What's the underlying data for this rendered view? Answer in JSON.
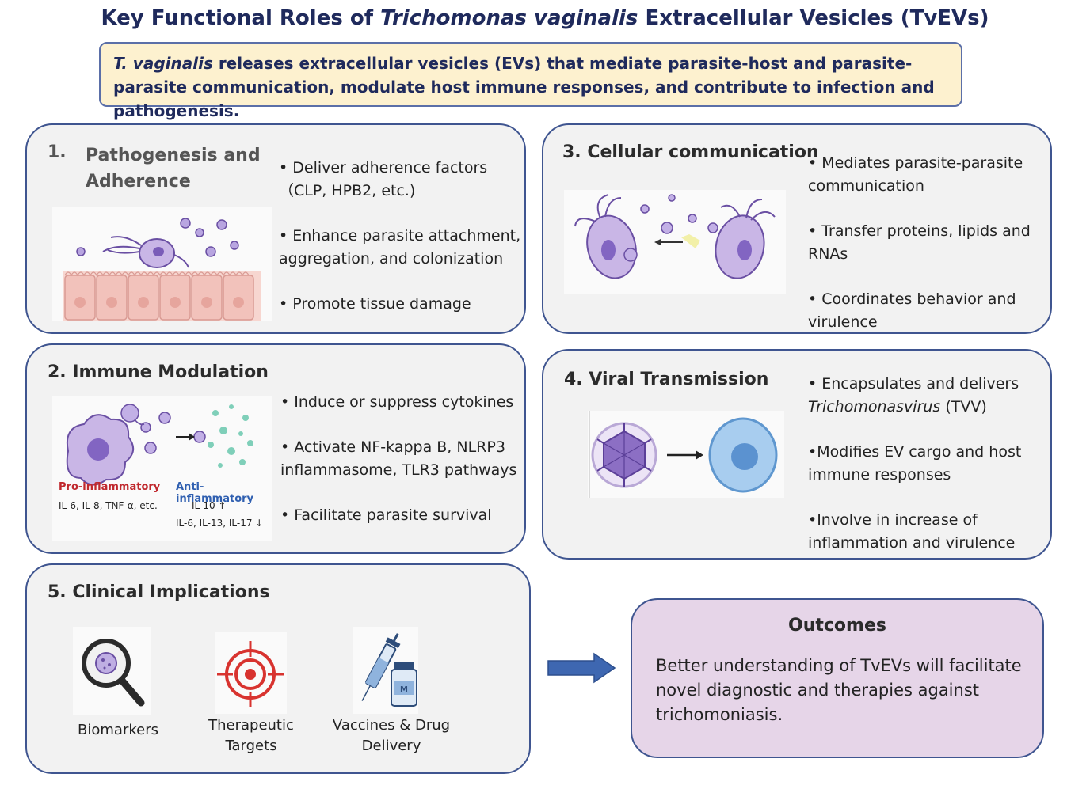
{
  "title": {
    "prefix": "Key Functional Roles of ",
    "italic": "Trichomonas vaginalis",
    "suffix": " Extracellular Vesicles (TvEVs)"
  },
  "intro": {
    "italic": "T. vaginalis",
    "text": " releases extracellular vesicles (EVs) that mediate parasite-host and parasite-parasite communication, modulate host immune responses, and contribute to infection and pathogenesis."
  },
  "panel1": {
    "number": "1.",
    "title_line1": "Pathogenesis and",
    "title_line2": "Adherence",
    "bullets": [
      "• Deliver adherence factors",
      "（CLP, HPB2,  etc.)",
      "• Enhance parasite attachment,",
      "aggregation, and colonization",
      "• Promote tissue damage"
    ]
  },
  "panel2": {
    "title": "2. Immune Modulation",
    "bullets": [
      "• Induce or suppress cytokines",
      "• Activate NF-kappa B, NLRP3",
      "inflammasome, TLR3 pathways",
      "• Facilitate parasite survival"
    ],
    "figure": {
      "pro_label": "Pro-inflammatory",
      "pro_list": "IL-6, IL-8, TNF-α, etc.",
      "anti_label": "Anti-inflammatory",
      "anti_up": "IL-10 ↑",
      "anti_down": "IL-6, IL-13, IL-17 ↓"
    }
  },
  "panel3": {
    "title": "3. Cellular communication",
    "bullets": [
      "• Mediates parasite-parasite",
      "communication",
      "• Transfer proteins, lipids and",
      "RNAs",
      "• Coordinates behavior and",
      "virulence"
    ]
  },
  "panel4": {
    "title": "4. Viral Transmission",
    "bullets": [
      "• Encapsulates and delivers",
      "Trichomonasvirus",
      " (TVV)",
      "•Modifies EV cargo and host",
      "immune responses",
      "•Involve in increase of",
      "inflammation and virulence"
    ]
  },
  "panel5": {
    "title": "5. Clinical Implications",
    "icons": [
      {
        "icon": "magnifier-icon",
        "label": "Biomarkers"
      },
      {
        "icon": "target-icon",
        "label_line1": "Therapeutic",
        "label_line2": "Targets"
      },
      {
        "icon": "syringe-vial-icon",
        "label_line1": "Vaccines & Drug",
        "label_line2": "Delivery"
      }
    ]
  },
  "outcomes": {
    "title": "Outcomes",
    "text": "Better understanding of TvEVs will facilitate novel diagnostic and therapies against trichomoniasis."
  },
  "colors": {
    "border": "#3f5590",
    "title": "#1f2a5c",
    "intro_bg": "#fdf1cf",
    "panel_bg": "#f2f2f2",
    "outcome_bg": "#e6d5e8",
    "arrow": "#3e67b1",
    "pro": "#c0282d",
    "anti": "#2f5fb0"
  }
}
